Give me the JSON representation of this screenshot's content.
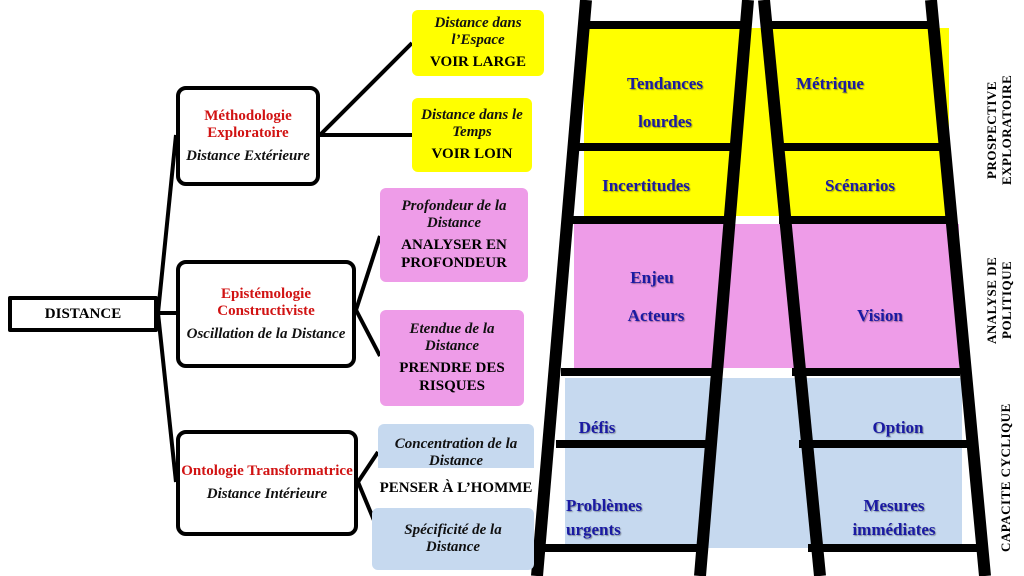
{
  "root": {
    "label": "DISTANCE"
  },
  "branches": [
    {
      "title": "Méthodologie Exploratoire",
      "subtitle": "Distance Extérieure",
      "leaves": [
        {
          "line1": "Distance dans l’Espace",
          "line2": "VOIR LARGE",
          "color": "#ffff00"
        },
        {
          "line1": "Distance dans le Temps",
          "line2": "VOIR LOIN",
          "color": "#ffff00"
        }
      ]
    },
    {
      "title": "Epistémologie Constructiviste",
      "subtitle": "Oscillation de la Distance",
      "leaves": [
        {
          "line1": "Profondeur de la Distance",
          "line2": "ANALYSER EN PROFONDEUR",
          "color": "#ee9ce8"
        },
        {
          "line1": "Etendue de la Distance",
          "line2": "PRENDRE DES RISQUES",
          "color": "#ee9ce8"
        }
      ]
    },
    {
      "title": "Ontologie Transformatrice",
      "subtitle": "Distance Intérieure",
      "leaves": [
        {
          "line1": "Concentration de la Distance",
          "line2": "PENSER À L’HOMME",
          "color": "#c6d9ef"
        },
        {
          "line1": "Spécificité de la Distance",
          "line2": "",
          "color": "#c6d9ef"
        }
      ]
    }
  ],
  "ladder": {
    "left": {
      "cells": [
        "Tendances",
        "lourdes",
        "Incertitudes",
        "Enjeu",
        "Acteurs",
        "Défis",
        "Problèmes urgents"
      ]
    },
    "right": {
      "cells": [
        "Métrique",
        "Scénarios",
        "Vision",
        "Option",
        "Mesures immédiates"
      ]
    }
  },
  "side_labels": [
    {
      "text": "PROSPECTIVE EXPLORATOIRE",
      "color": "#ffff00"
    },
    {
      "text": "ANALYSE DE POLITIQUE",
      "color": "#ee9ce8"
    },
    {
      "text": "CAPACITE CYCLIQUE",
      "color": "#c6d9ef"
    }
  ]
}
